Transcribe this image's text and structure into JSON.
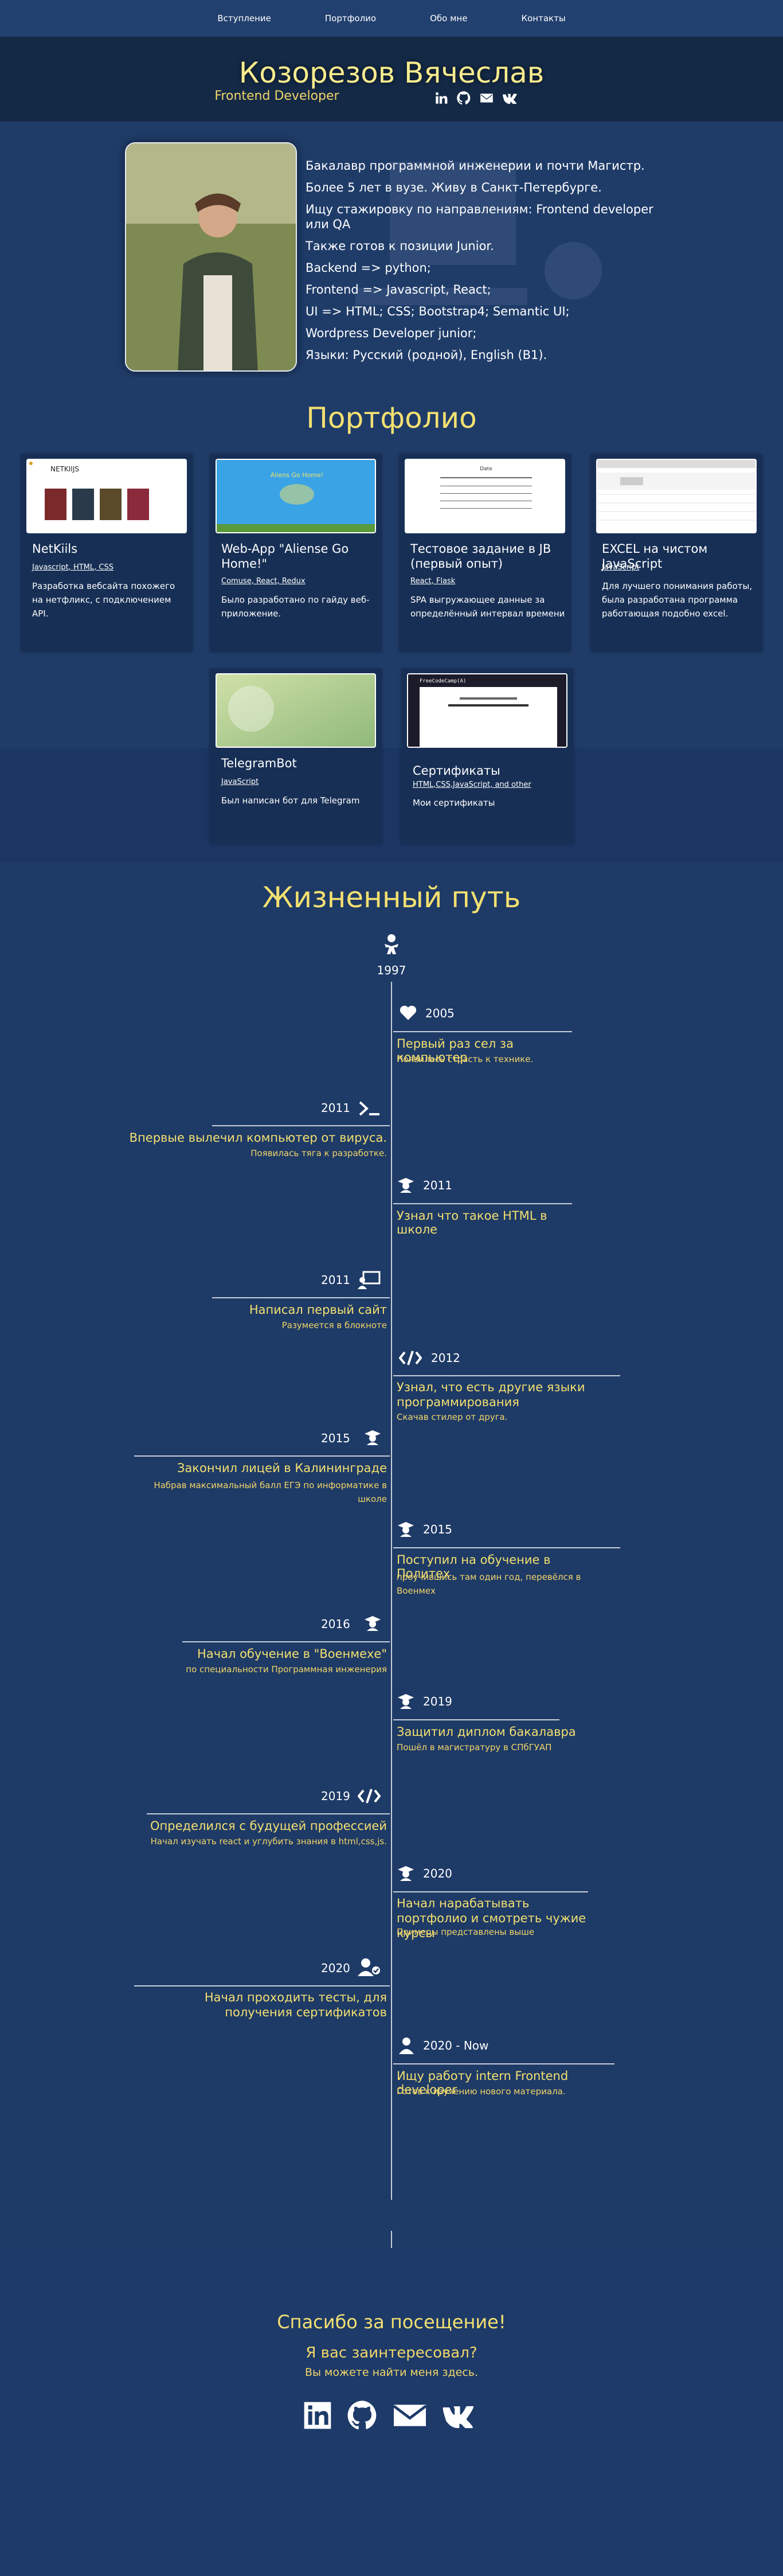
{
  "nav": {
    "intro": "Вступление",
    "portfolio": "Портфолио",
    "about": "Обо мне",
    "contacts": "Контакты"
  },
  "hero": {
    "name": "Козорезов Вячеслав",
    "role": "Frontend Developer"
  },
  "about": {
    "lines": [
      "Бакалавр программной инженерии и почти Магистр.",
      "Более 5 лет в вузе. Живу в Санкт-Петербурге.",
      "Ищу стажировку по направлениям: Frontend developer или QA",
      "Также готов к позиции Junior.",
      "Backend => python;",
      "Frontend => Javascript, React;",
      "UI => HTML; CSS; Bootstrap4; Semantic UI;",
      "Wordpress Developer junior;",
      "Языки: Русский (родной), English (B1)."
    ]
  },
  "portfolio": {
    "title": "Портфолио",
    "cards": [
      {
        "title": "NetKiils",
        "tags": "Javascript, HTML, CSS",
        "desc": "Разработка вебсайта похожего на нетфликс, с подключением API."
      },
      {
        "title": "Web-App \"Aliense Go Home!\"",
        "tags": "Comuse, React, Redux",
        "desc": "Было разработано по гайду веб-приложение."
      },
      {
        "title": "Тестовое задание в JB (первый опыт)",
        "tags": "React, Flask",
        "desc": "SPA выгружающее данные за определённый интервал времени"
      },
      {
        "title": "EXCEL на чистом JavaScript",
        "tags": "JavaScript",
        "desc": "Для лучшего понимания работы, была разработана программа работающая подобно excel."
      },
      {
        "title": "TelegramBot",
        "tags": "JavaScript",
        "desc": "Был написан бот для Telegram"
      },
      {
        "title": "Сертификаты",
        "tags": "HTML,CSS,JavaScript, and other",
        "desc": "Мои сертификаты"
      }
    ]
  },
  "timeline": {
    "title": "Жизненный путь",
    "birth": "1997",
    "events": [
      {
        "year": "2005",
        "title": "Первый раз сел за компьютер",
        "sub": "Появилась страсть к технике."
      },
      {
        "year": "2011",
        "title": "Впервые вылечил компьютер от вируса.",
        "sub": "Появилась тяга к разработке."
      },
      {
        "year": "2011",
        "title": "Узнал что такое HTML в школе",
        "sub": ""
      },
      {
        "year": "2011",
        "title": "Написал первый сайт",
        "sub": "Разумеется в блокноте"
      },
      {
        "year": "2012",
        "title": "Узнал, что есть другие языки программирования",
        "sub": "Скачав стилер от друга."
      },
      {
        "year": "2015",
        "title": "Закончил лицей в Калининграде",
        "sub": "Набрав максимальный балл ЕГЭ по информатике в школе"
      },
      {
        "year": "2015",
        "title": "Поступил на обучение в Политех",
        "sub": "проучившись там один год, перевёлся в Военмех"
      },
      {
        "year": "2016",
        "title": "Начал обучение в \"Военмехе\"",
        "sub": "по специальности Программная инженерия"
      },
      {
        "year": "2019",
        "title": "Защитил диплом бакалавра",
        "sub": "Пошёл в магистратуру в СПбГУАП"
      },
      {
        "year": "2019",
        "title": "Определился с будущей профессией",
        "sub": "Начал изучать react и углубить знания в html,css,js."
      },
      {
        "year": "2020",
        "title": "Начал нарабатывать портфолио и смотреть чужие курсы",
        "sub": "Примеры представлены выше"
      },
      {
        "year": "2020",
        "title": "Начал проходить тесты, для получения сертификатов",
        "sub": ""
      },
      {
        "year": "2020 - Now",
        "title": "Ищу работу intern Frontend developer",
        "sub": "Готов к изучению нового материала."
      }
    ]
  },
  "footer": {
    "thanks": "Спасибо за посещение!",
    "question": "Я вас заинтересовал?",
    "find": "Вы можете найти меня здесь."
  },
  "colors": {
    "accent": "#f3e071",
    "bg": "#1e3a66",
    "dark": "#142946"
  }
}
